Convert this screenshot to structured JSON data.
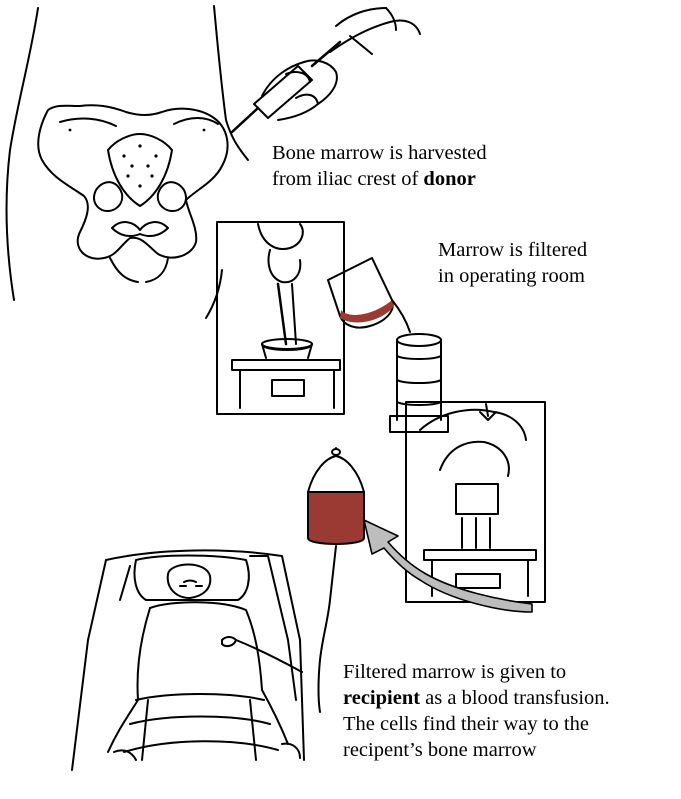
{
  "captions": {
    "harvest": {
      "line1": "Bone marrow is harvested",
      "line2_prefix": "from iliac crest of ",
      "line2_bold": "donor"
    },
    "filter": {
      "line1": "Marrow is filtered",
      "line2": "in operating room"
    },
    "recipient": {
      "line1": "Filtered marrow is given to",
      "line2_bold": "recipient",
      "line2_suffix": " as a blood transfusion.",
      "line3": "The cells find their way to the",
      "line4": "recipent’s bone marrow"
    }
  },
  "colors": {
    "ink": "#000000",
    "paper": "#ffffff",
    "marrow": "#9b3a32",
    "arrow_gray": "#bdbdbd"
  }
}
